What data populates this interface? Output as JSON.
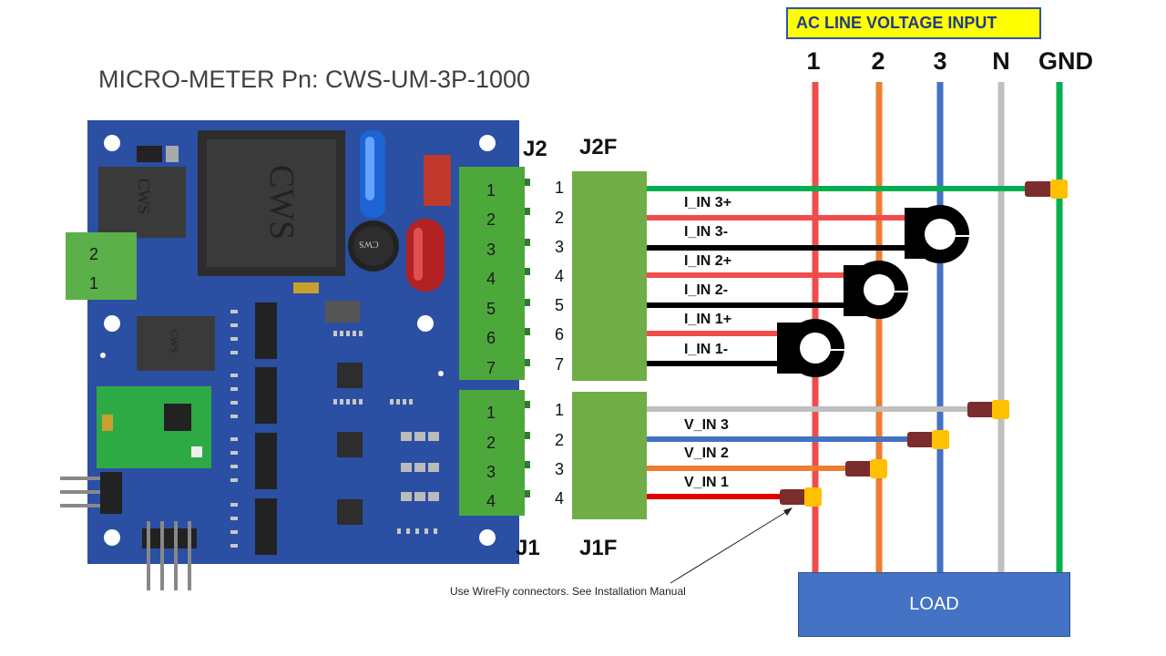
{
  "title": "MICRO-METER Pn: CWS-UM-3P-1000",
  "ac_input_label": "AC LINE VOLTAGE INPUT",
  "lines": [
    {
      "label": "1",
      "color": "#f04c4c"
    },
    {
      "label": "2",
      "color": "#ed7d31"
    },
    {
      "label": "3",
      "color": "#4472c4"
    },
    {
      "label": "N",
      "color": "#bfbfbf"
    },
    {
      "label": "GND",
      "color": "#00b050"
    }
  ],
  "pcb": {
    "logo": "CWS",
    "j2_label": "J2",
    "j1_label": "J1",
    "j2_pins": [
      "1",
      "2",
      "3",
      "4",
      "5",
      "6",
      "7"
    ],
    "j1_pins": [
      "1",
      "2",
      "3",
      "4"
    ],
    "side_pins": [
      "2",
      "1"
    ]
  },
  "connectors": {
    "j2f_label": "J2F",
    "j1f_label": "J1F",
    "j2f_pins": [
      "1",
      "2",
      "3",
      "4",
      "5",
      "6",
      "7"
    ],
    "j1f_pins": [
      "1",
      "2",
      "3",
      "4"
    ]
  },
  "signals": {
    "current": [
      "I_IN 3+",
      "I_IN 3-",
      "I_IN 2+",
      "I_IN 2-",
      "I_IN 1+",
      "I_IN 1-"
    ],
    "voltage": [
      "V_IN 3",
      "V_IN 2",
      "V_IN 1"
    ]
  },
  "load_label": "LOAD",
  "note": "Use WireFly connectors. See Installation Manual"
}
